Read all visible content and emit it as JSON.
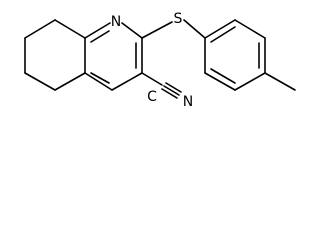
{
  "molecule": {
    "atoms": {
      "ring_nitrogen": "N",
      "thioether_sulfur": "S",
      "nitrile_group": "N",
      "nitrile_carbon": "C"
    },
    "colors": {
      "bond": "#000000",
      "label": "#000000",
      "background": "#ffffff"
    }
  }
}
